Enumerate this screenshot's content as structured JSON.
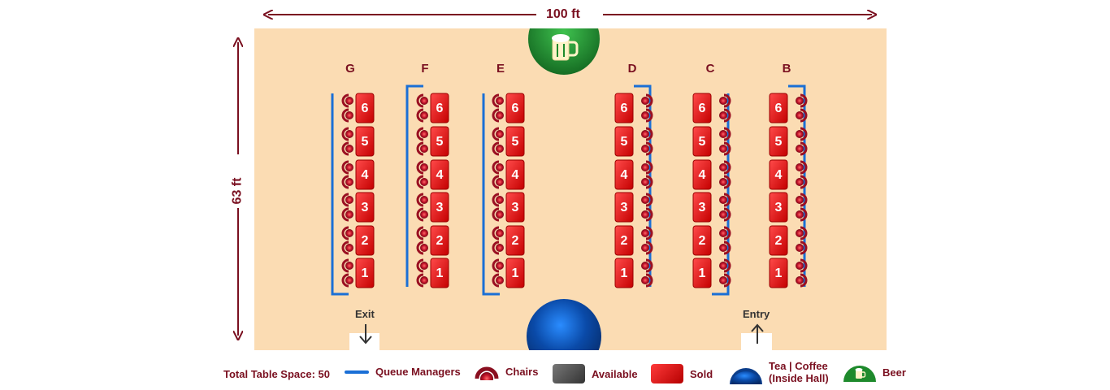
{
  "dimensions": {
    "width": "100 ft",
    "height": "63 ft"
  },
  "rows": [
    "G",
    "F",
    "E",
    "D",
    "C",
    "B"
  ],
  "table_numbers": [
    "6",
    "5",
    "4",
    "3",
    "2",
    "1"
  ],
  "doors": {
    "exit": "Exit",
    "entry": "Entry"
  },
  "legend": {
    "total": "Total Table Space: 50",
    "queue": "Queue Managers",
    "chairs": "Chairs",
    "available": "Available",
    "sold": "Sold",
    "tea_line1": "Tea | Coffee",
    "tea_line2": "(Inside Hall)",
    "beer": "Beer"
  },
  "colors": {
    "floor": "#fbdcb3",
    "sold": "#e31b1b",
    "chair": "#9a1022",
    "queue": "#1a6fd6",
    "beer": "#1e8a2c",
    "tea": "#0b3d8a",
    "text": "#7a1020"
  },
  "icons": [
    "beer-mug-icon",
    "arrow-down-icon",
    "arrow-up-icon"
  ]
}
